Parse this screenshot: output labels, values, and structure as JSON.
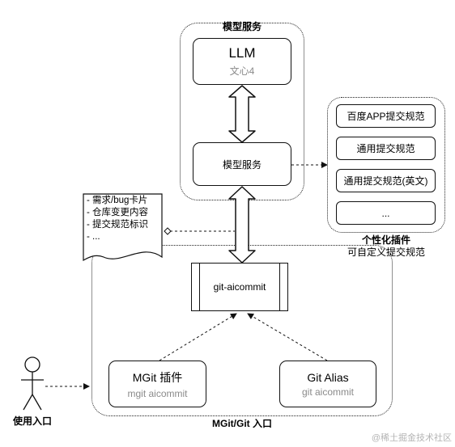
{
  "model_group": {
    "title": "模型服务"
  },
  "llm": {
    "title": "LLM",
    "subtitle": "文心4"
  },
  "model_service": {
    "label": "模型服务"
  },
  "plugins": {
    "items": [
      "百度APP提交规范",
      "通用提交规范",
      "通用提交规范(英文)",
      "..."
    ],
    "caption_title": "个性化插件",
    "caption_sub": "可自定义提交规范"
  },
  "note": {
    "lines": [
      "- 需求/bug卡片",
      "- 仓库变更内容",
      "- 提交规范标识",
      "- ..."
    ]
  },
  "core": {
    "label": "git-aicommit"
  },
  "entry_group": {
    "title": "MGit/Git 入口"
  },
  "mgit": {
    "title": "MGit 插件",
    "subtitle": "mgit aicommit"
  },
  "alias": {
    "title": "Git Alias",
    "subtitle": "git aicommit"
  },
  "user": {
    "label": "使用入口"
  },
  "watermark": "@稀土掘金技术社区"
}
